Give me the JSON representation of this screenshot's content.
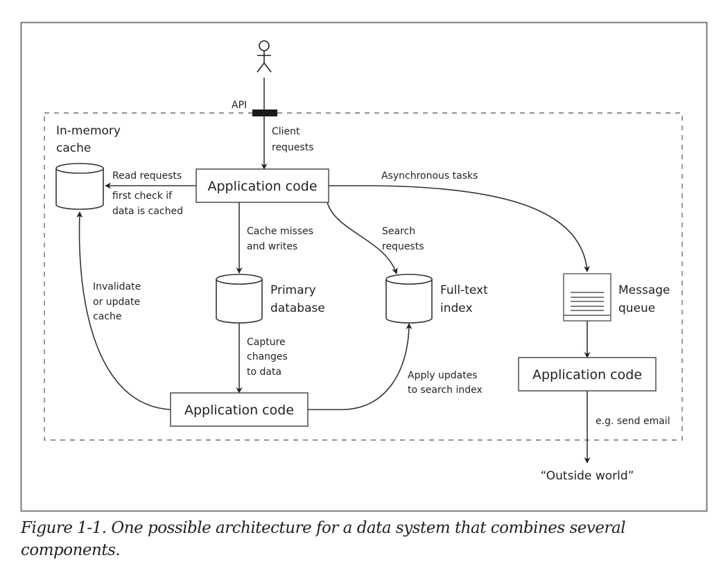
{
  "figure": {
    "caption": "Figure 1-1. One possible architecture for a data system that combines several components."
  },
  "colors": {
    "ink": "#231f20",
    "frame": "#7a7a7a",
    "boundary": "#6e6e6e",
    "api_bar": "#1a1a1a"
  },
  "nodes": {
    "user": {
      "icon": "stick-figure-icon"
    },
    "api": {
      "label": "API"
    },
    "app_main": {
      "label": "Application code"
    },
    "cache": {
      "label_lines": [
        "In-memory",
        "cache"
      ],
      "icon": "database-cylinder-icon"
    },
    "primary_db": {
      "label_lines": [
        "Primary",
        "database"
      ],
      "icon": "database-cylinder-icon"
    },
    "fulltext": {
      "label_lines": [
        "Full-text",
        "index"
      ],
      "icon": "database-cylinder-icon"
    },
    "queue": {
      "label_lines": [
        "Message",
        "queue"
      ],
      "icon": "message-queue-icon"
    },
    "app_cdc": {
      "label": "Application code"
    },
    "app_worker": {
      "label": "Application code"
    },
    "outside": {
      "label": "“Outside world”"
    }
  },
  "edges": {
    "client_requests": {
      "label_lines": [
        "Client",
        "requests"
      ]
    },
    "read_requests": {
      "label_lines": [
        "Read requests",
        "first check if",
        "data is cached"
      ]
    },
    "async_tasks": {
      "label_lines": [
        "Asynchronous tasks"
      ]
    },
    "cache_misses": {
      "label_lines": [
        "Cache misses",
        "and writes"
      ]
    },
    "search_requests": {
      "label_lines": [
        "Search",
        "requests"
      ]
    },
    "invalidate": {
      "label_lines": [
        "Invalidate",
        "or update",
        "cache"
      ]
    },
    "capture_changes": {
      "label_lines": [
        "Capture",
        "changes",
        "to data"
      ]
    },
    "apply_updates": {
      "label_lines": [
        "Apply updates",
        "to search index"
      ]
    },
    "send_email": {
      "label_lines": [
        "e.g. send email"
      ]
    }
  }
}
